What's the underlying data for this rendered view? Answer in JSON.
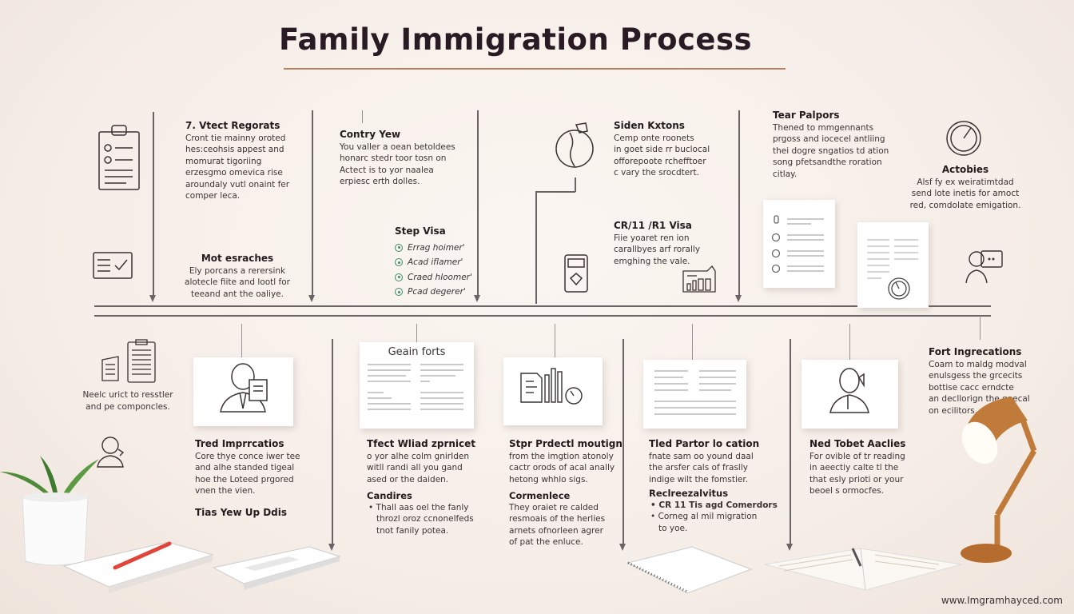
{
  "title": "Family Immigration Process",
  "colors": {
    "accent": "#b9805f",
    "line": "#6b6466",
    "check": "#3d8a66",
    "lamp": "#c07a3a",
    "pencil": "#e0453a"
  },
  "top": {
    "b1": {
      "title": "7. Vtect Regorats",
      "body": "Cront tie mainny oroted\nhes:ceohsis appest and\nmomurat tigoriing\nerzesgmo omevica rise\naroundaly vutl onaint fer\ncomper leca."
    },
    "b2": {
      "title": "Contry Yew",
      "body": "You valler a oean betoldees\nhonarc stedr toor tosn on\nActect is to yor naalea\nerpiesc erth dolles."
    },
    "b3": {
      "title": "Mot esraches",
      "body": "Ely porcans a rerersink\nalotecle fiite and lootl for\nteeand ant the oaliye."
    },
    "b4": {
      "title": "Step Visa",
      "items": [
        "Errag hoimer'",
        "Acad iflamer'",
        "Craed hloomer'",
        "Pcad degerer'"
      ]
    },
    "b5": {
      "title": "Siden Kxtons",
      "body": "Cemp onte roonets\nin goet side rr buclocal\nofforepoote rchefftoer\nc vary the srocdtert."
    },
    "b6": {
      "title": "CR/11 /R1 Visa",
      "body": "Fiie yoaret ren ion\ncarallbyes arf rorally\nemghing the vale."
    },
    "b7": {
      "title": "Tear Palpors",
      "body": "Thened to mmgennants\nprgoss and iocecel antliing\nthei dogre sngatios td ation\nsong pfetsandthe roration\ncitlay."
    },
    "b8": {
      "title": "Actobies",
      "body": "Alsf fy ex weiratimtdad\nsend lote inetis for amoct\nred, comdolate emigation."
    }
  },
  "bottom": {
    "b9": {
      "body": "Neelc urict to resstler\nand pe componcles."
    },
    "b10": {
      "title": "Tred Imprrcatios",
      "body": "Core thye conce iwer tee\nand alhe standed tigeal\nhoe the Loteed prgored\nvnen the vien.",
      "sub": "Tias Yew Up Ddis"
    },
    "b11": {
      "title": "Tfect Wliad zprnicet",
      "card_title": "Geain forts",
      "body": "o yor alhe colm gnirIden\nwitll randi all you gand\nased or the daiden.",
      "sub": "Candires",
      "bullets": [
        "Thall aas oel the fanly\nthrozl oroz ccnonelfeds\ntnot fanily potea."
      ]
    },
    "b12": {
      "title": "Stpr Prdectl moutign",
      "body": "from the imgtion atonoly\ncactr orods of acal anally\nhetong whhlo sigs.",
      "sub": "Cormenlece",
      "sub_body": "They oraiet re calded\nresmoais of the herlies\narnets ofnorleen agrer\nof pat the enluce."
    },
    "b13": {
      "title": "Tled Partor lo cation",
      "body": "fnate sam oo yound daal\nthe arsfer cals of fraslly\nindige wilt the fomstier.",
      "sub": "Reclreezalvitus",
      "bullets": [
        "CR 11 Tis agd Comerdors",
        "Corneg al mil migration\nto yoe."
      ]
    },
    "b14": {
      "title": "Ned Tobet Aaclies",
      "body": "For ovible of tr reading\nin aeectiy calte tl the\nthat esly prioti or your\nbeoel s ormocfes."
    },
    "b15": {
      "title": "Fort Ingrecations",
      "body": "Coam to maldg modval\nenulsgess the grcecits\nbottise cacc erndcte\nan decllorign the gaecal\non ecilitors."
    }
  },
  "icons": [
    "clipboard-icon",
    "checklist-icon",
    "globe-icon",
    "calculator-icon",
    "chart-icon",
    "clock-icon",
    "person-chat-icon",
    "newspaper-icon",
    "person-headset-icon",
    "businessman-icon",
    "documents-chart-icon",
    "professional-icon",
    "plant",
    "notebook",
    "lamp"
  ],
  "footer": "www.Imgramhayced.com"
}
